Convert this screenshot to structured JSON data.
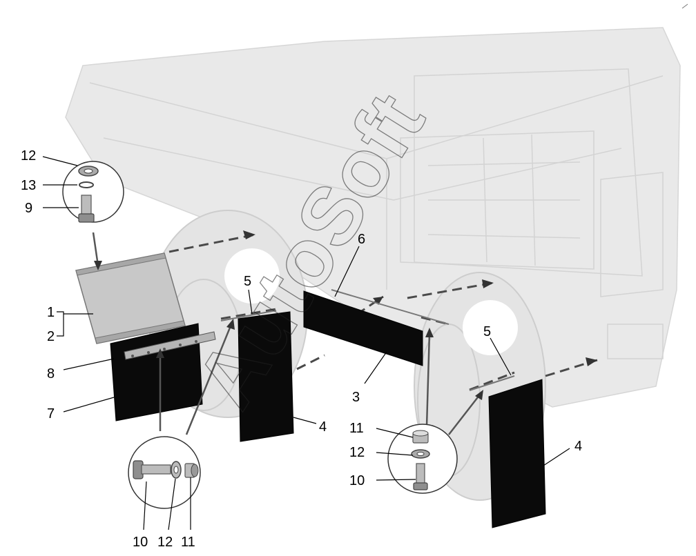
{
  "watermark": "AutoSoft",
  "callouts": {
    "c1": "1",
    "c2": "2",
    "c3": "3",
    "c4a": "4",
    "c4b": "4",
    "c5a": "5",
    "c5b": "5",
    "c6": "6",
    "c7": "7",
    "c8": "8",
    "c9": "9",
    "c10a": "10",
    "c10b": "10",
    "c11a": "11",
    "c11b": "11",
    "c12a": "12",
    "c12b": "12",
    "c12c": "12",
    "c13": "13"
  },
  "colors": {
    "flap": "#0a0a0a",
    "mud_guard_panel": "#c8c8c8",
    "truck_background": "#e9e9e9"
  },
  "icons": {
    "bolt": "bolt-icon",
    "washer": "washer-icon",
    "nut": "nut-icon",
    "spring_washer": "spring-washer-icon"
  }
}
